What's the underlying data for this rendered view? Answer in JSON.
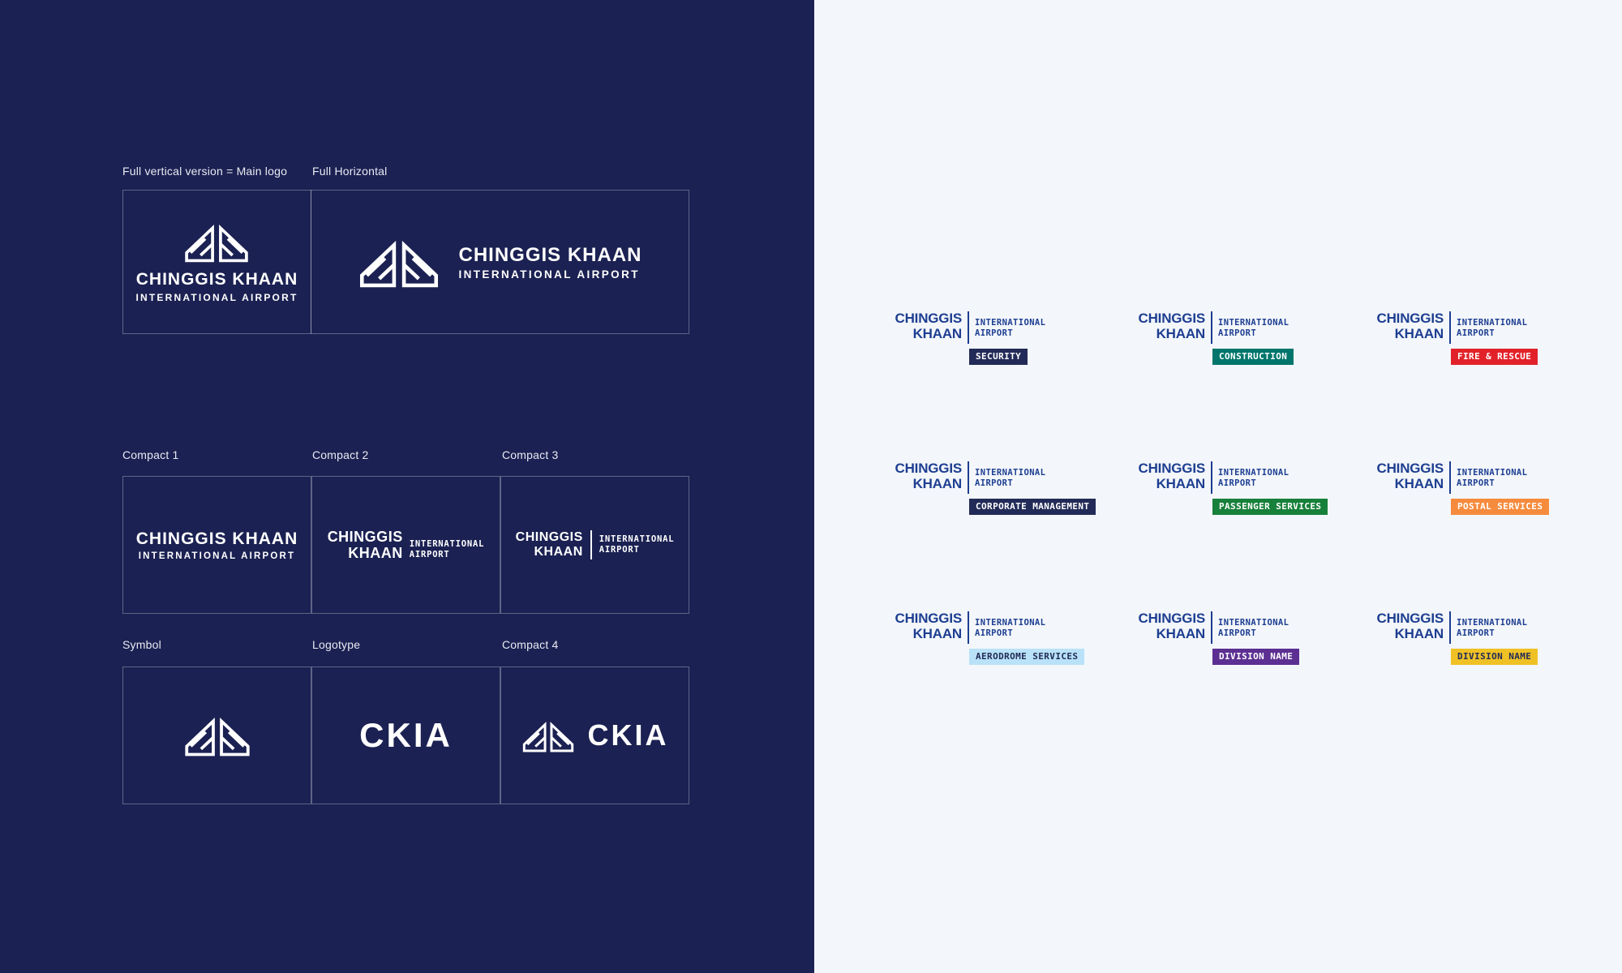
{
  "left_panel": {
    "background": "#1b2152",
    "row1": {
      "label1": "Full vertical version = Main logo",
      "label2": "Full Horizontal"
    },
    "row2": {
      "label1": "Compact 1",
      "label2": "Compact 2",
      "label3": "Compact 3"
    },
    "row3": {
      "label1": "Symbol",
      "label2": "Logotype",
      "label3": "Compact 4"
    }
  },
  "brand": {
    "full_name": "CHINGGIS KHAAN",
    "subtitle": "INTERNATIONAL AIRPORT",
    "word1": "CHINGGIS",
    "word2": "KHAAN",
    "sub1": "INTERNATIONAL",
    "sub2": "AIRPORT",
    "acronym": "CKIA",
    "symbol_icon": "airport-emblem-icon",
    "logo_white": "#ffffff"
  },
  "right_panel": {
    "background": "#f3f6fa",
    "wordmark_color": "#1d3e91",
    "divisions": [
      {
        "label": "SECURITY",
        "bg": "#222b57",
        "fg": "#ffffff"
      },
      {
        "label": "CONSTRUCTION",
        "bg": "#00756b",
        "fg": "#ffffff"
      },
      {
        "label": "FIRE & RESCUE",
        "bg": "#e2222a",
        "fg": "#ffffff"
      },
      {
        "label": "CORPORATE MANAGEMENT",
        "bg": "#222b57",
        "fg": "#ffffff"
      },
      {
        "label": "PASSENGER SERVICES",
        "bg": "#17803a",
        "fg": "#ffffff"
      },
      {
        "label": "POSTAL SERVICES",
        "bg": "#f68b3d",
        "fg": "#ffffff"
      },
      {
        "label": "AERODROME SERVICES",
        "bg": "#b9e2f8",
        "fg": "#222b57"
      },
      {
        "label": "DIVISION NAME",
        "bg": "#5c2f92",
        "fg": "#ffffff"
      },
      {
        "label": "DIVISION NAME",
        "bg": "#f0c125",
        "fg": "#222b57"
      }
    ]
  }
}
